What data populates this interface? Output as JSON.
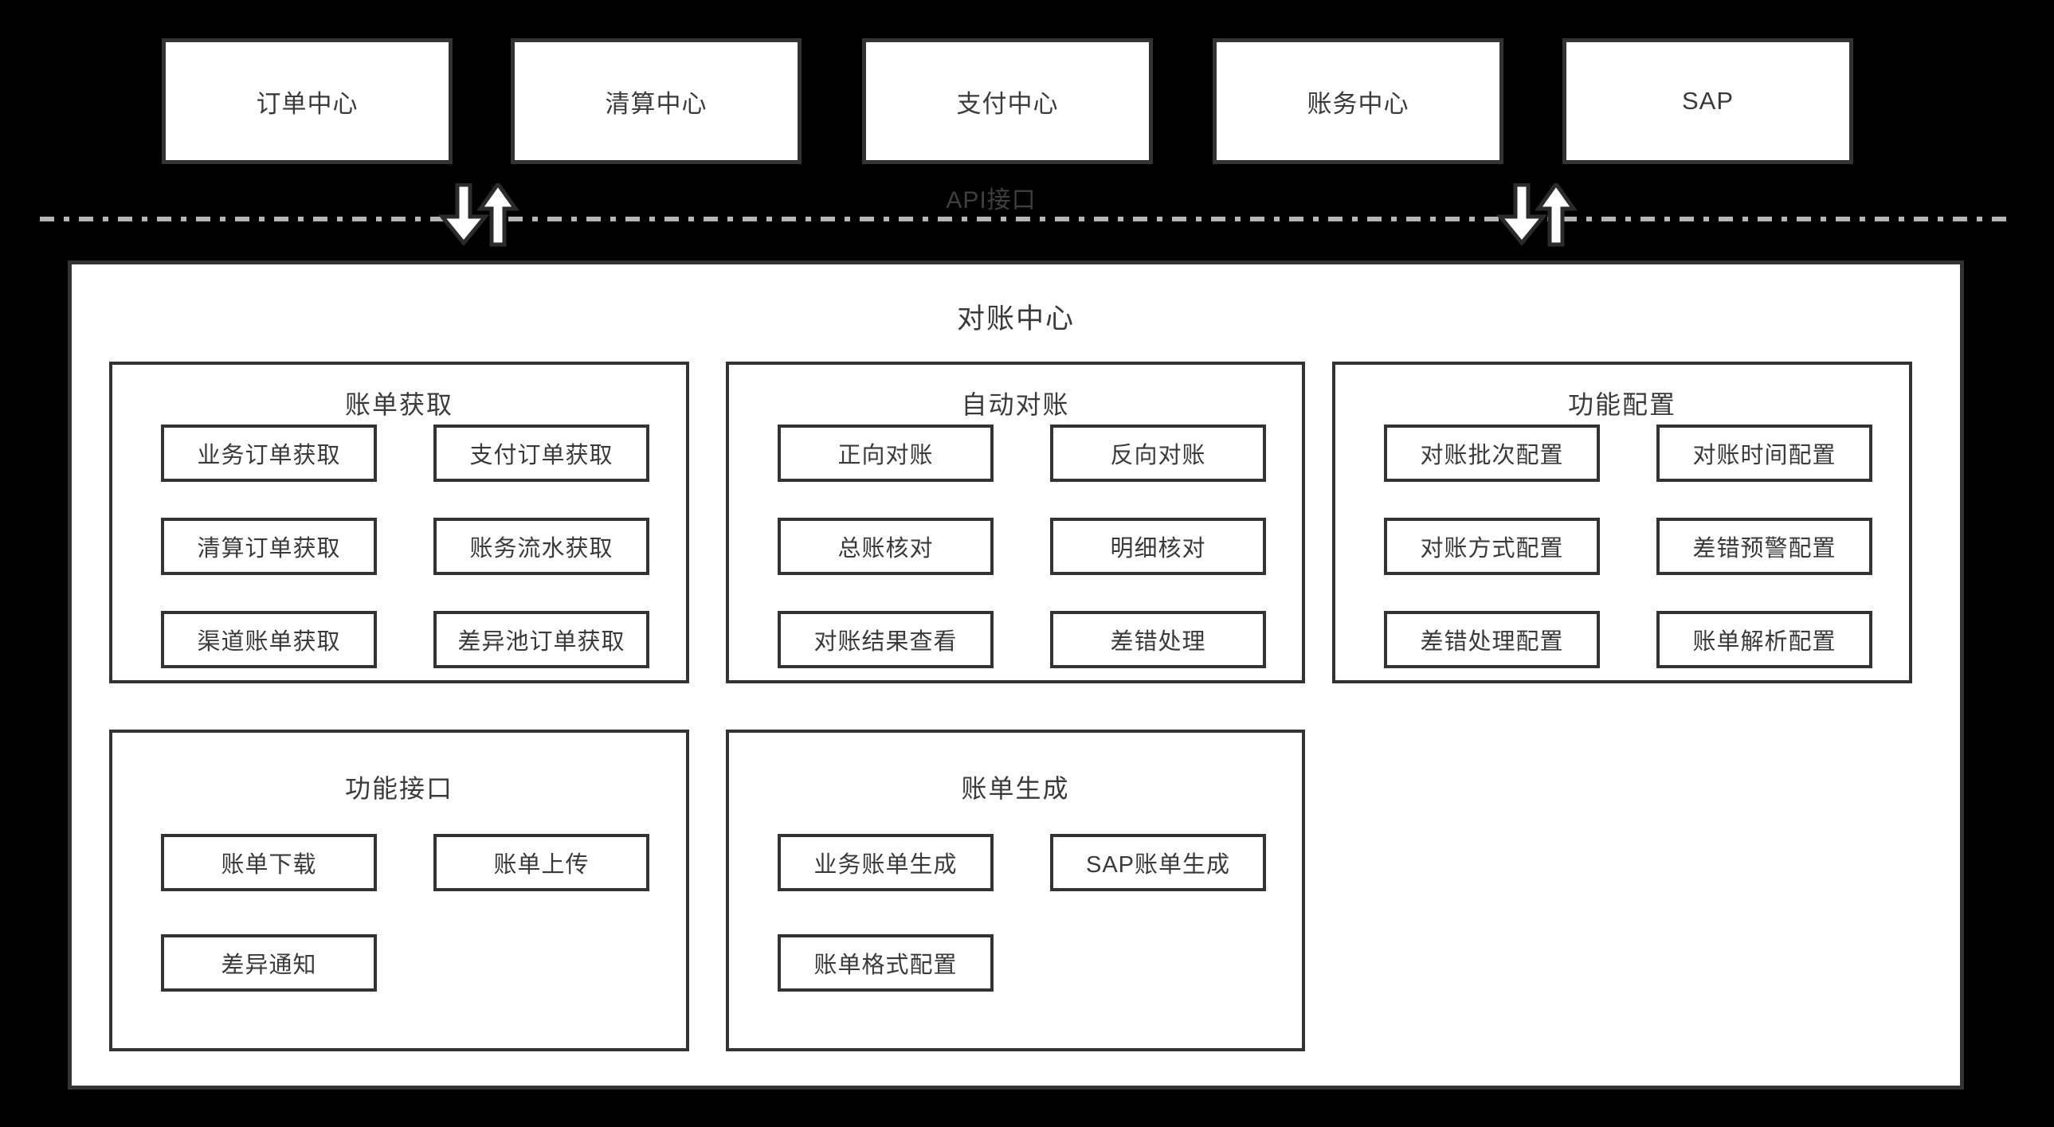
{
  "top_systems": [
    "订单中心",
    "清算中心",
    "支付中心",
    "账务中心",
    "SAP"
  ],
  "api_divider": {
    "label": "API接口"
  },
  "reconciliation_center": {
    "title": "对账中心",
    "panels": [
      {
        "title": "账单获取",
        "items": [
          "业务订单获取",
          "支付订单获取",
          "清算订单获取",
          "账务流水获取",
          "渠道账单获取",
          "差异池订单获取"
        ]
      },
      {
        "title": "自动对账",
        "items": [
          "正向对账",
          "反向对账",
          "总账核对",
          "明细核对",
          "对账结果查看",
          "差错处理"
        ]
      },
      {
        "title": "功能配置",
        "items": [
          "对账批次配置",
          "对账时间配置",
          "对账方式配置",
          "差错预警配置",
          "差错处理配置",
          "账单解析配置"
        ]
      },
      {
        "title": "功能接口",
        "items": [
          "账单下载",
          "账单上传",
          "差异通知"
        ]
      },
      {
        "title": "账单生成",
        "items": [
          "业务账单生成",
          "SAP账单生成",
          "账单格式配置"
        ]
      }
    ]
  },
  "colors": {
    "background": "#000000",
    "box-bg": "#ffffff",
    "border": "#333333",
    "text": "#3a3a3a",
    "divider": "#b6b6b6",
    "arrow-outline": "#2b2b2b"
  }
}
